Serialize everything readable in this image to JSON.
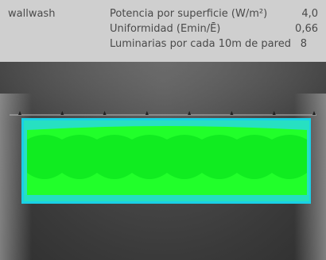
{
  "header": {
    "title": "wallwash",
    "rows": [
      {
        "label": "Potencia por superficie (W/m²)",
        "value": "4,0"
      },
      {
        "label": "Uniformidad (Emin/Ē)",
        "value": "0,66"
      },
      {
        "label": "Luminarias por cada  10m de pared",
        "value": "8"
      }
    ]
  },
  "diagram": {
    "luminaire_count": 8,
    "colors": {
      "background": "#2f2f2f",
      "wall_outer": "#1ad0e6",
      "wall_mid": "#20e3b5",
      "wall_inner": "#21ff2a",
      "wall_scallop": "#10f020"
    }
  }
}
